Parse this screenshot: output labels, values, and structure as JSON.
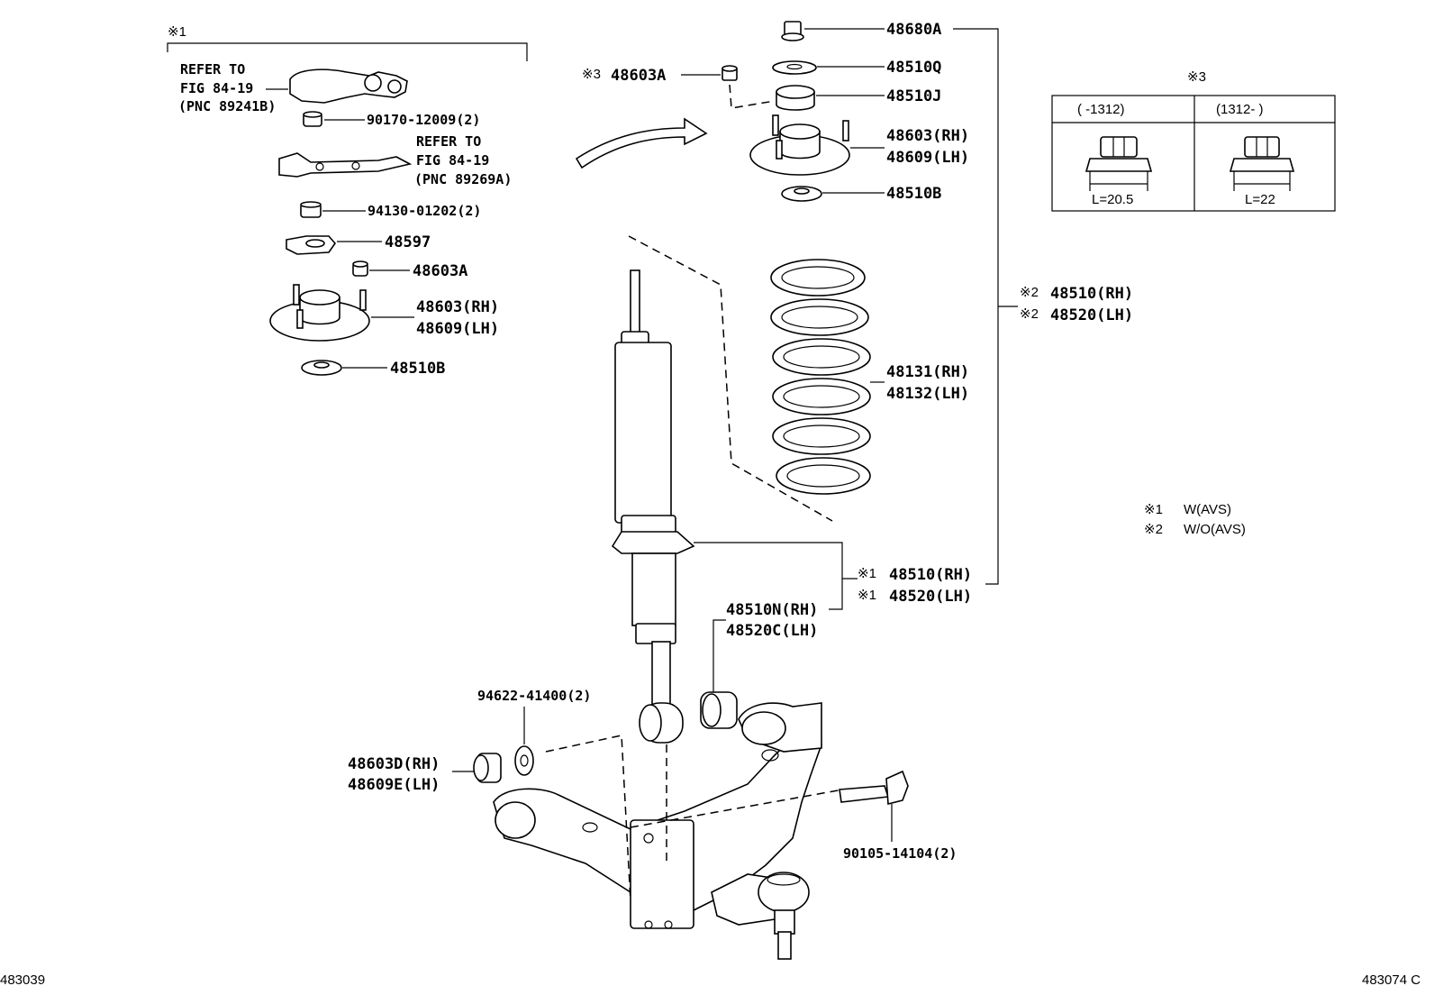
{
  "figure_ids": {
    "left": "483039",
    "right": "483074 C"
  },
  "notes": {
    "n1_mark": "※1",
    "n2_mark": "※2",
    "n3_mark": "※3",
    "legend": [
      {
        "mark": "※1",
        "text": "W(AVS)"
      },
      {
        "mark": "※2",
        "text": "W/O(AVS)"
      }
    ]
  },
  "inset": {
    "mark": "※3",
    "headers": [
      "(      -1312)",
      "(1312-      )"
    ],
    "dims": [
      "L=20.5",
      "L=22"
    ]
  },
  "left_group": {
    "refer1": [
      "REFER TO",
      "FIG 84-19",
      "(PNC 89241B)"
    ],
    "refer2": [
      "REFER TO",
      "FIG 84-19",
      "(PNC 89269A)"
    ],
    "p_90170": "90170-12009(2)",
    "p_94130": "94130-01202(2)",
    "p_48597": "48597",
    "p_48603A": "48603A",
    "p_48603RH": "48603(RH)",
    "p_48609LH": "48609(LH)",
    "p_48510B": "48510B"
  },
  "top_right": {
    "p_48680A": "48680A",
    "p_48603A_mark": "※3",
    "p_48603A": "48603A",
    "p_48510Q": "48510Q",
    "p_48510J": "48510J",
    "p_48603RH": "48603(RH)",
    "p_48609LH": "48609(LH)",
    "p_48510B": "48510B",
    "p_48510RH_mark": "※2",
    "p_48510RH": "48510(RH)",
    "p_48520LH_mark": "※2",
    "p_48520LH": "48520(LH)",
    "p_48131RH": "48131(RH)",
    "p_48132LH": "48132(LH)"
  },
  "lower": {
    "p_48510RH_mark": "※1",
    "p_48510RH": "48510(RH)",
    "p_48520LH_mark": "※1",
    "p_48520LH": "48520(LH)",
    "p_48510N": "48510N(RH)",
    "p_48520C": "48520C(LH)",
    "p_94622": "94622-41400(2)",
    "p_48603D": "48603D(RH)",
    "p_48609E": "48609E(LH)",
    "p_90105": "90105-14104(2)"
  }
}
